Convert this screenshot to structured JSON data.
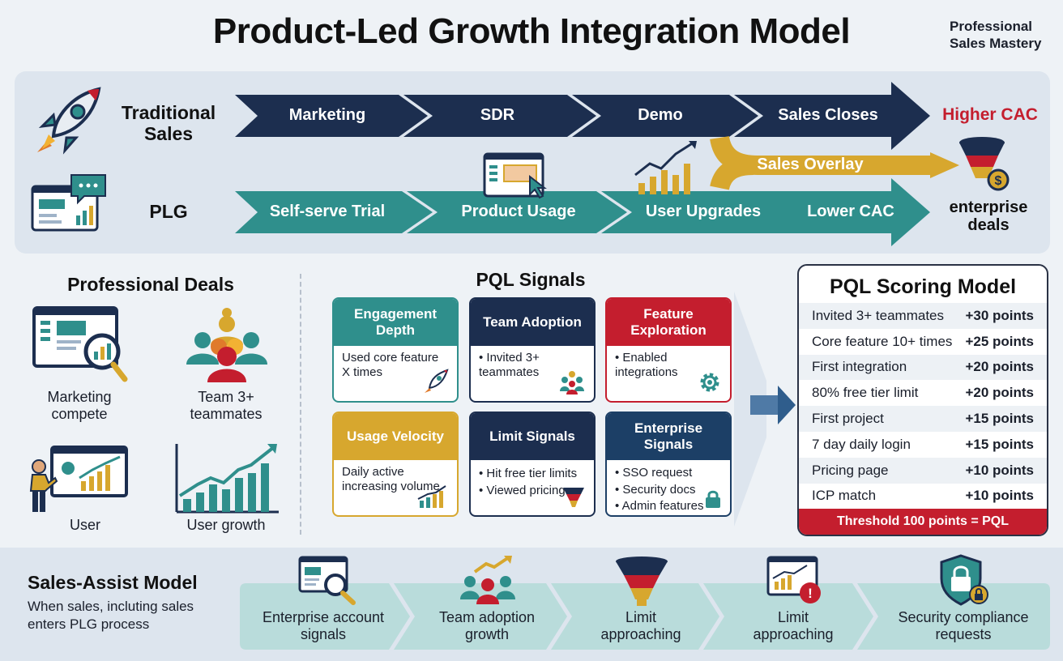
{
  "header": {
    "title": "Product-Led Growth Integration Model",
    "brand": "Professional Sales Mastery"
  },
  "flow": {
    "traditional_label": "Traditional Sales",
    "plg_label": "PLG",
    "traditional_steps": [
      "Marketing",
      "SDR",
      "Demo",
      "Sales Closes"
    ],
    "plg_steps": [
      "Self-serve Trial",
      "Product Usage",
      "User Upgrades",
      "Lower CAC"
    ],
    "higher_cac": "Higher CAC",
    "sales_overlay": "Sales Overlay",
    "enterprise_deals": "enterprise deals"
  },
  "professional_deals": {
    "title": "Professional Deals",
    "items": [
      "Marketing compete",
      "Team 3+ teammates",
      "User",
      "User growth"
    ]
  },
  "pql_signals": {
    "title": "PQL Signals",
    "cards": [
      {
        "title": "Engagement Depth",
        "body": "Used core feature X times",
        "color": "#2f8f8c"
      },
      {
        "title": "Team Adoption",
        "body": "• Invited 3+ teammates",
        "color": "#1c2e4f"
      },
      {
        "title": "Feature Exploration",
        "body": "• Enabled integrations",
        "color": "#c41e2e"
      },
      {
        "title": "Usage Velocity",
        "body": "Daily active increasing volume",
        "color": "#d7a72e"
      },
      {
        "title": "Limit Signals",
        "body": "• Hit free tier limits\n• Viewed pricing",
        "color": "#1c2e4f"
      },
      {
        "title": "Enterprise Signals",
        "body": "• SSO request\n• Security docs\n• Admin features",
        "color": "#1c3f66"
      }
    ]
  },
  "scoring": {
    "title": "PQL Scoring Model",
    "rows": [
      {
        "label": "Invited 3+ teammates",
        "points": "+30 points"
      },
      {
        "label": "Core feature 10+ times",
        "points": "+25 points"
      },
      {
        "label": "First integration",
        "points": "+20 points"
      },
      {
        "label": "80% free tier limit",
        "points": "+20 points"
      },
      {
        "label": "First project",
        "points": "+15 points"
      },
      {
        "label": "7 day daily login",
        "points": "+15 points"
      },
      {
        "label": "Pricing page",
        "points": "+10 points"
      },
      {
        "label": "ICP match",
        "points": "+10 points"
      }
    ],
    "threshold": "Threshold 100 points = PQL"
  },
  "sales_assist": {
    "title": "Sales-Assist Model",
    "subtitle": "When sales, incluting sales enters PLG process",
    "steps": [
      "Enterprise account signals",
      "Team adoption growth",
      "Limit approaching",
      "Limit approaching",
      "Security compliance requests"
    ]
  },
  "colors": {
    "navy": "#1c2e4f",
    "teal": "#2f8f8c",
    "gold": "#d7a72e",
    "red": "#c41e2e"
  }
}
